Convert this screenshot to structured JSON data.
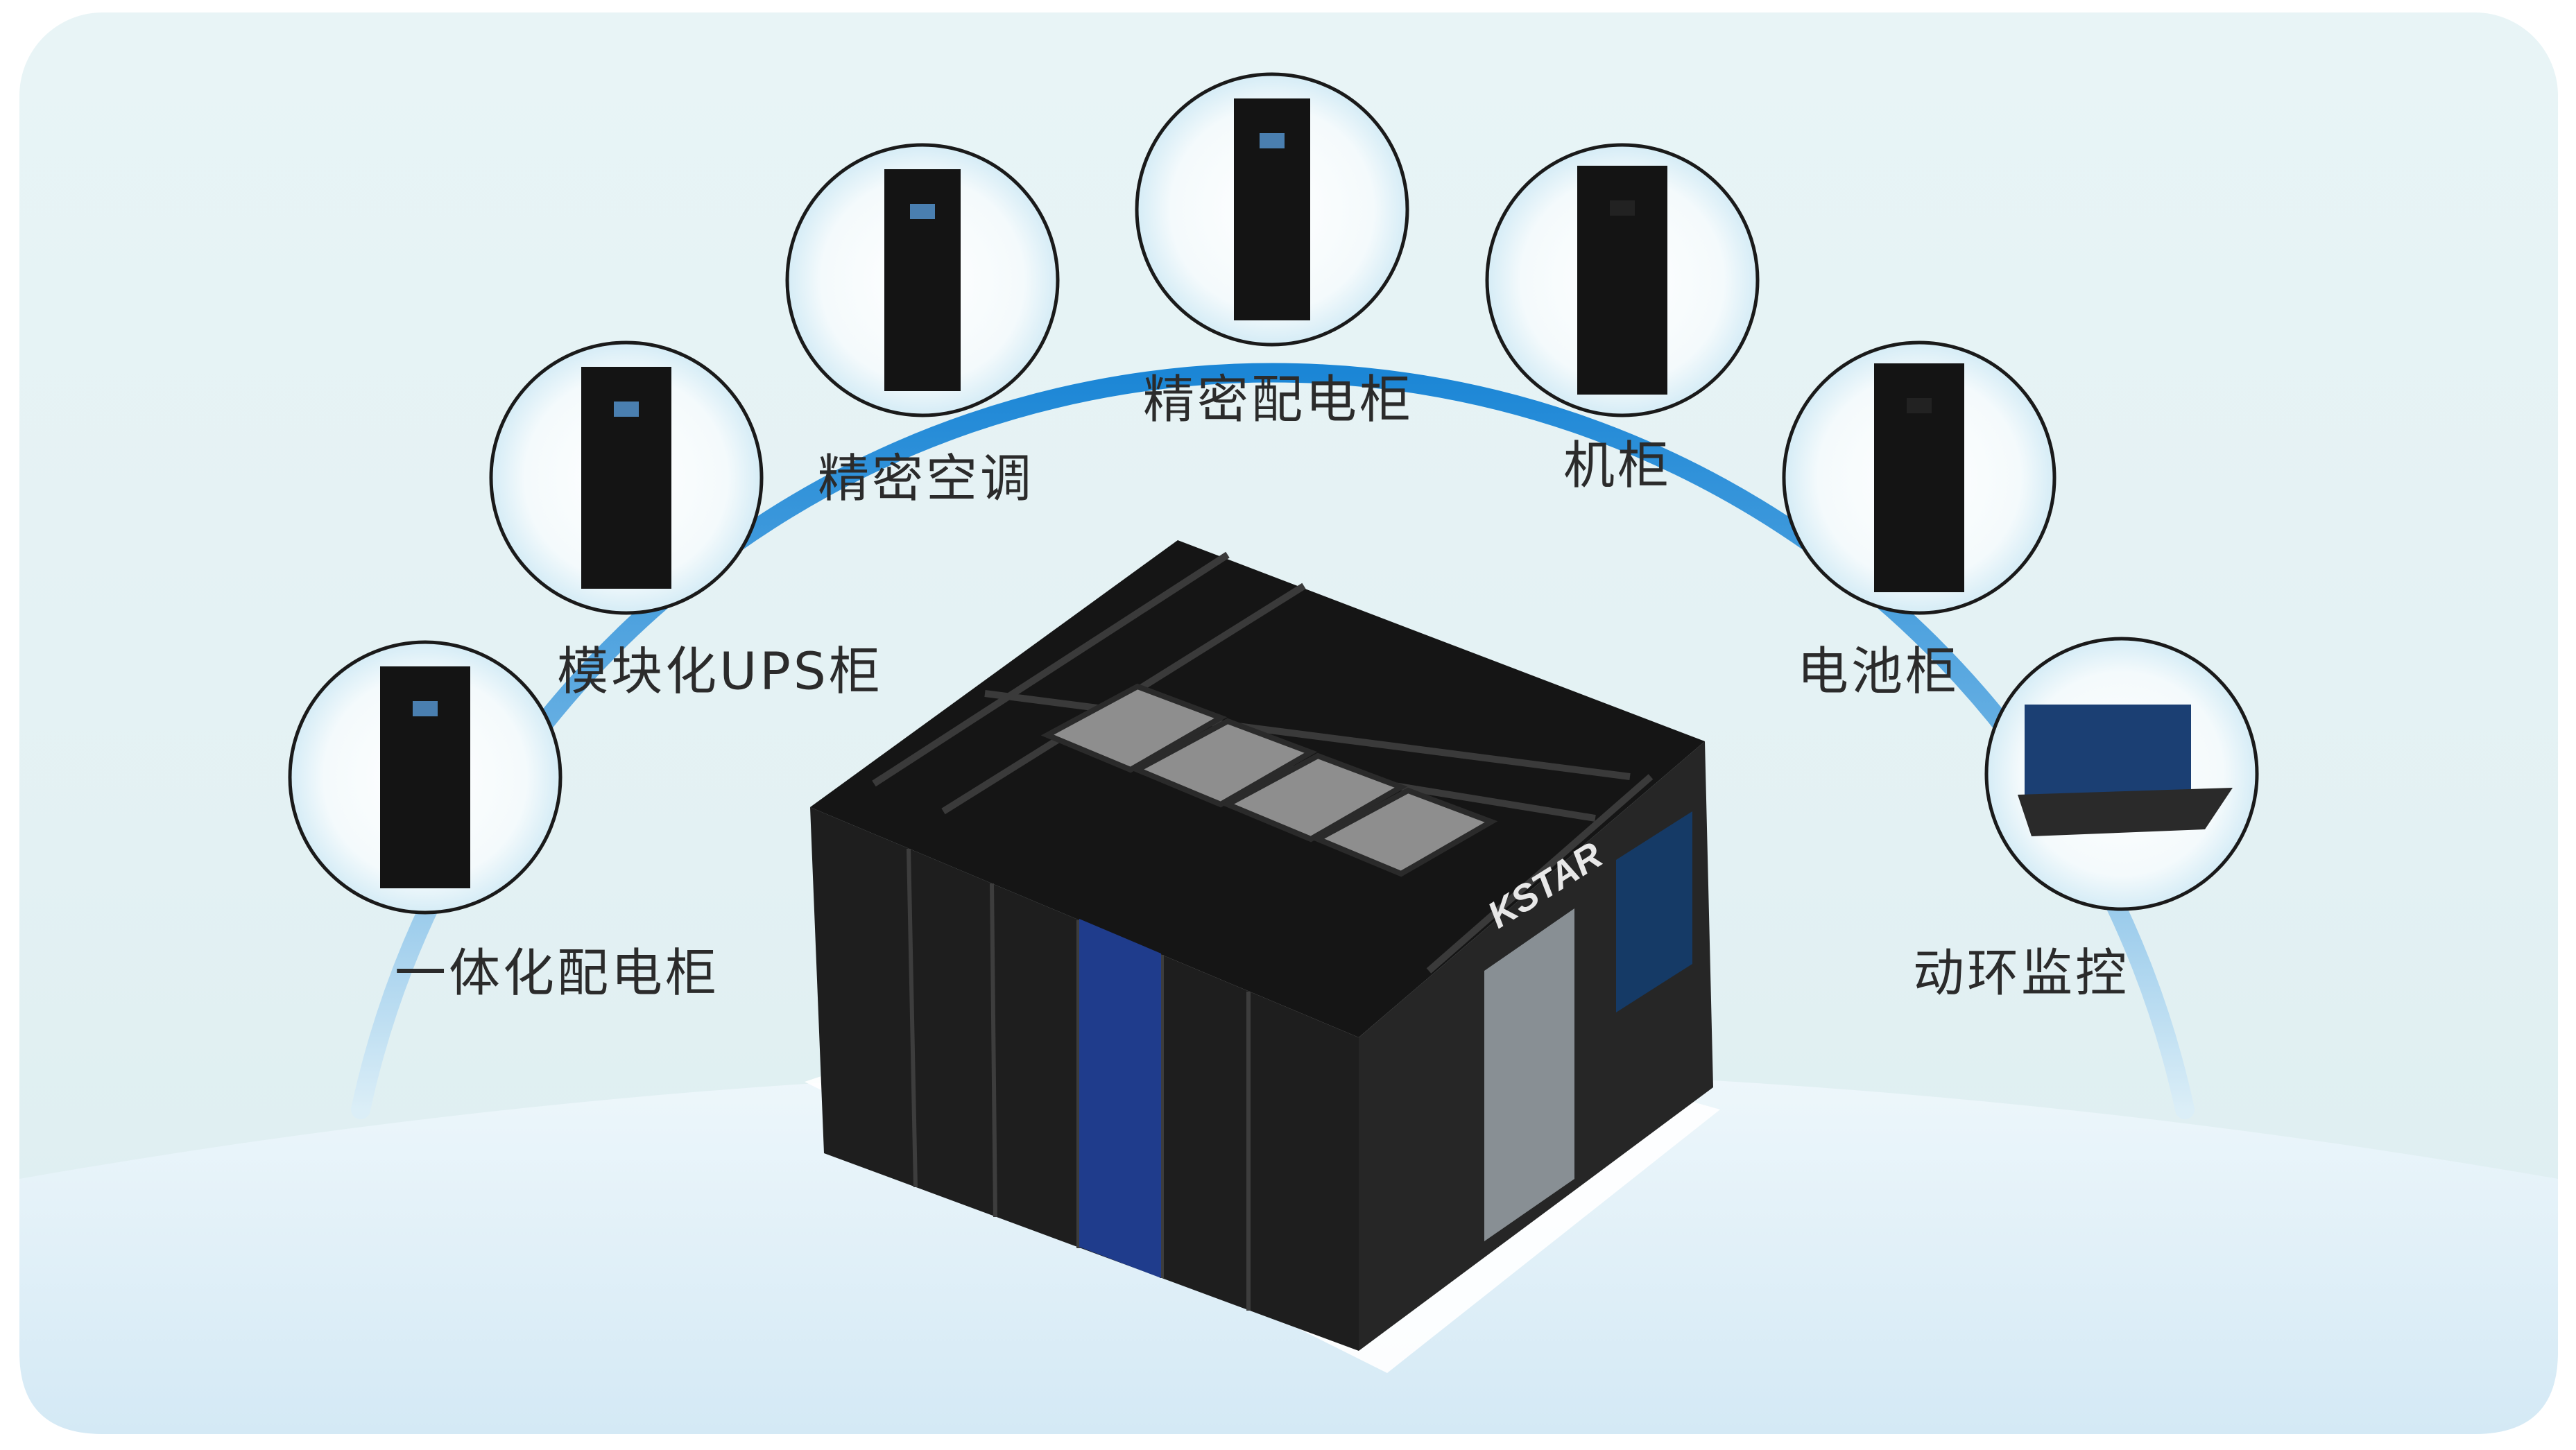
{
  "nodes": [
    {
      "label": "一体化配电柜",
      "icon": "integrated-distribution-cabinet"
    },
    {
      "label": "模块化UPS柜",
      "icon": "modular-ups-cabinet"
    },
    {
      "label": "精密空调",
      "icon": "precision-air-conditioner"
    },
    {
      "label": "精密配电柜",
      "icon": "precision-distribution-cabinet"
    },
    {
      "label": "机柜",
      "icon": "server-rack"
    },
    {
      "label": "电池柜",
      "icon": "battery-cabinet"
    },
    {
      "label": "动环监控",
      "icon": "environment-monitoring"
    }
  ],
  "center_product": {
    "brand": "KSTAR",
    "icon": "micro-data-center"
  },
  "colors": {
    "arc": "#1b86d6",
    "arc_light": "#8fc6ea",
    "cabinet": "#1c1c1c",
    "door_blue": "#1f3c8c"
  }
}
